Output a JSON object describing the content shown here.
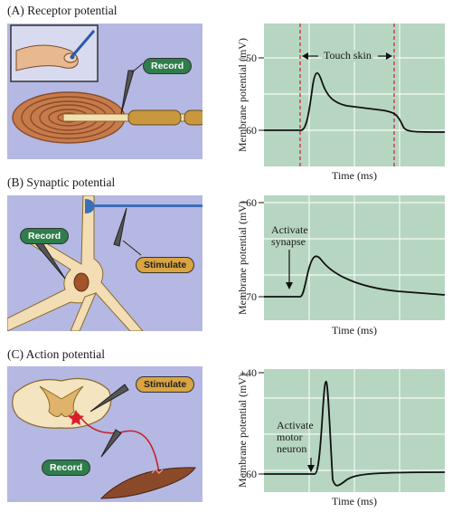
{
  "panels": [
    {
      "title": "(A) Receptor potential",
      "tag_record": "Record",
      "ylabel": "Membrane potential (mV)",
      "xlabel": "Time (ms)",
      "ticks": [
        "−50",
        "−60"
      ],
      "annotation": "Touch skin"
    },
    {
      "title": "(B) Synaptic potential",
      "tag_record": "Record",
      "tag_stimulate": "Stimulate",
      "ylabel": "Membrane potential (mV)",
      "xlabel": "Time (ms)",
      "ticks": [
        "−60",
        "−70"
      ],
      "annotation_line1": "Activate",
      "annotation_line2": "synapse"
    },
    {
      "title": "(C) Action potential",
      "tag_record": "Record",
      "tag_stimulate": "Stimulate",
      "ylabel": "Membrane potential (mV)",
      "xlabel": "Time (ms)",
      "ticks": [
        "+40",
        "−60"
      ],
      "annotation_line1": "Activate",
      "annotation_line2": "motor",
      "annotation_line3": "neuron"
    }
  ],
  "colors": {
    "illustration_bg": "#b4b8e2",
    "plot_bg": "#b6d6c1",
    "trace": "#111111",
    "stimulus_line": "#c8202a",
    "record_tag": "#2e7d4b",
    "stimulate_tag": "#d9a441"
  }
}
